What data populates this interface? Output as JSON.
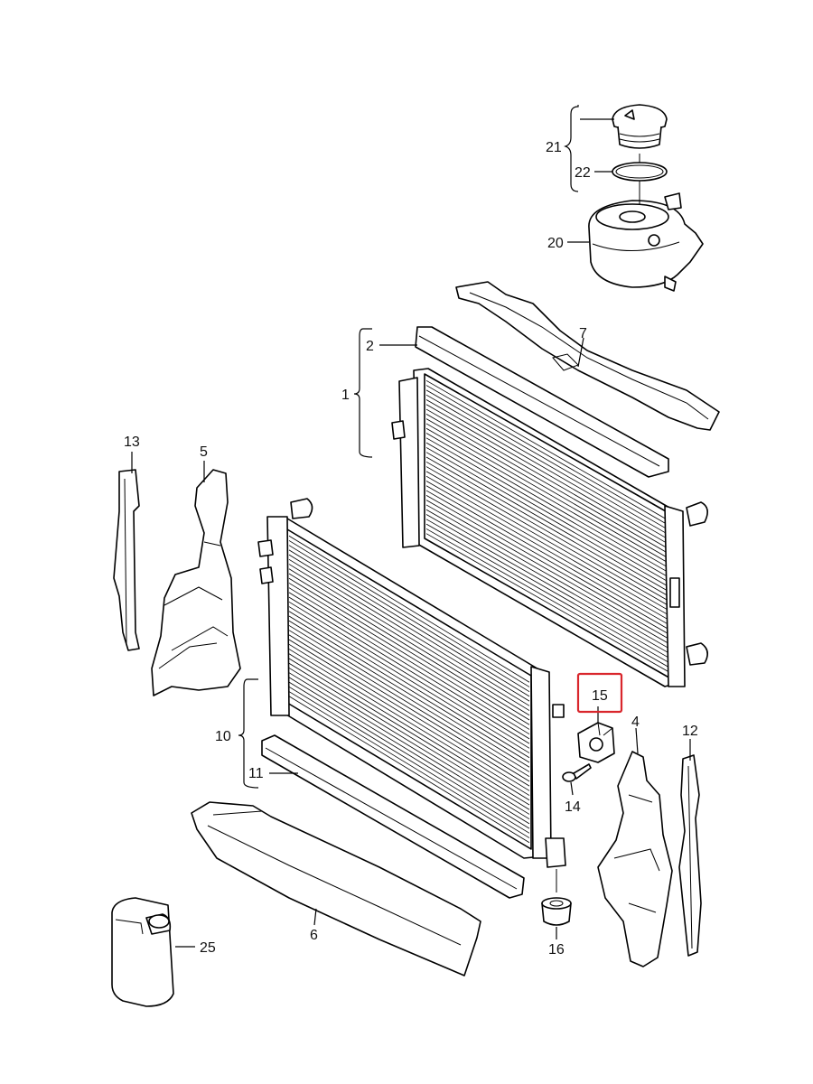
{
  "diagram": {
    "callouts": {
      "c1": "1",
      "c2": "2",
      "c4": "4",
      "c5": "5",
      "c6": "6",
      "c7": "7",
      "c10": "10",
      "c11": "11",
      "c12": "12",
      "c13": "13",
      "c14": "14",
      "c15": "15",
      "c16": "16",
      "c20": "20",
      "c21": "21",
      "c22": "22",
      "c25": "25"
    },
    "highlighted_part": "15",
    "colors": {
      "highlight": "#d9262c",
      "line": "#000000",
      "background": "#ffffff"
    }
  }
}
